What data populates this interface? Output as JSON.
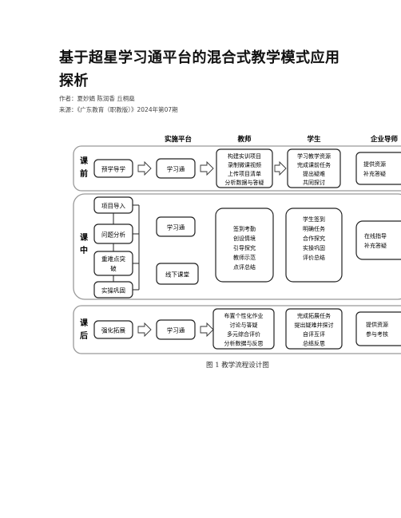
{
  "article": {
    "title_line1": "基于超星学习通平台的混合式教学模式应用",
    "title_line2": "探析",
    "authors": "作者：夏妙娟 陈润香 丘桐燊",
    "source": "来源：《广东教育（职教版）》2024年第07期"
  },
  "figure": {
    "caption": "图 1   教学流程设计图",
    "columns": {
      "platform": "实施平台",
      "teacher": "教师",
      "student": "学生",
      "enterprise": "企业导师"
    },
    "sections": {
      "pre": [
        "课",
        "前"
      ],
      "in": [
        "课",
        "中"
      ],
      "post": [
        "课",
        "后"
      ]
    },
    "pre_class": {
      "step": "预学导学",
      "platform": "学习通",
      "teacher": [
        "构建实训项目",
        "录制微课视频",
        "上传项目清单",
        "分析数据与答疑"
      ],
      "student": [
        "学习教学资源",
        "完成课前任务",
        "提出疑难",
        "共同探讨"
      ],
      "enterprise": [
        "提供资源",
        "补充答疑"
      ]
    },
    "in_class": {
      "steps": [
        "项目导入",
        "问题分析",
        [
          "重难点突",
          "破"
        ],
        "实操巩固"
      ],
      "platform_online": "学习通",
      "platform_offline": "线下课堂",
      "teacher": [
        "签到考勤",
        "创设情境",
        "引导探究",
        "教师示范",
        "点评总结"
      ],
      "student": [
        "学生签到",
        "明确任务",
        "合作探究",
        "实操巩固",
        "评价总结"
      ],
      "enterprise": [
        "在线指导",
        "补充答疑"
      ]
    },
    "post_class": {
      "step": "强化拓展",
      "platform": "学习通",
      "teacher": [
        "布置个性化作业",
        "讨论与答疑",
        "多元综合评价",
        "分析数据与反思"
      ],
      "student": [
        "完成拓展任务",
        "提出疑难并探讨",
        "自评互评",
        "总结反思"
      ],
      "enterprise": [
        "提供资源",
        "参与考核"
      ]
    }
  }
}
